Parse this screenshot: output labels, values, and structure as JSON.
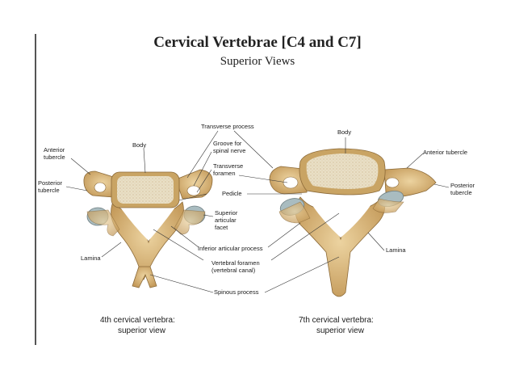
{
  "title": "Cervical Vertebrae [C4 and C7]",
  "subtitle": "Superior Views",
  "labels": {
    "anterior_tubercle_left_1": "Anterior",
    "anterior_tubercle_left_2": "tubercle",
    "posterior_tubercle_left_1": "Posterior",
    "posterior_tubercle_left_2": "tubercle",
    "body_left": "Body",
    "lamina_left": "Lamina",
    "transverse_process": "Transverse process",
    "groove_1": "Groove for",
    "groove_2": "spinal nerve",
    "transverse_foramen_1": "Transverse",
    "transverse_foramen_2": "foramen",
    "pedicle": "Pedicle",
    "superior_facet_1": "Superior",
    "superior_facet_2": "articular",
    "superior_facet_3": "facet",
    "inferior_process": "Inferior articular process",
    "vertebral_foramen_1": "Vertebral foramen",
    "vertebral_foramen_2": "(vertebral canal)",
    "spinous_process": "Spinous process",
    "body_right": "Body",
    "anterior_tubercle_right": "Anterior tubercle",
    "posterior_tubercle_right_1": "Posterior",
    "posterior_tubercle_right_2": "tubercle",
    "lamina_right": "Lamina"
  },
  "captions": {
    "c4_line1": "4th cervical vertebra:",
    "c4_line2": "superior view",
    "c7_line1": "7th cervical vertebra:",
    "c7_line2": "superior view"
  },
  "colors": {
    "bone": "#d9b878",
    "bone_dark": "#a8824a",
    "body_surface": "#e8dcc0",
    "facet": "#9fb3b8",
    "line": "#333333"
  }
}
